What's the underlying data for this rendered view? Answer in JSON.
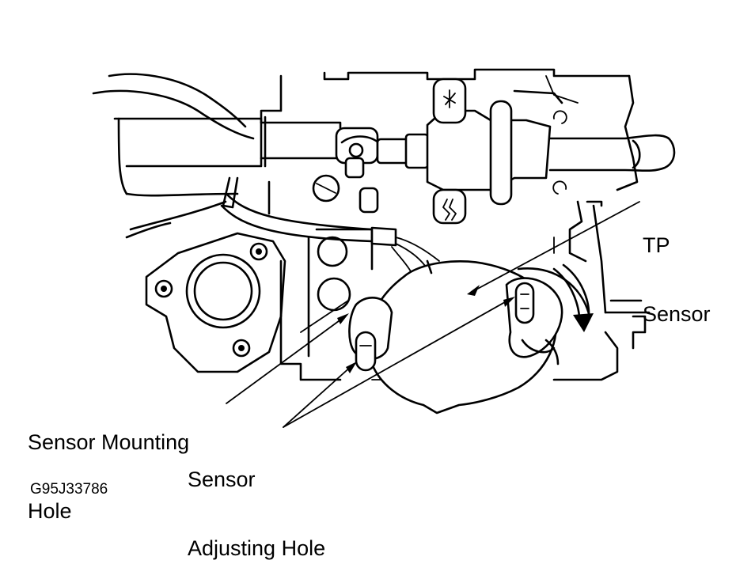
{
  "labels": {
    "tp_sensor_line1": "TP",
    "tp_sensor_line2": "Sensor",
    "mounting_hole_line1": "Sensor Mounting",
    "mounting_hole_line2": "Hole",
    "adjusting_hole_line1": "Sensor",
    "adjusting_hole_line2": "Adjusting Hole"
  },
  "figure_code": "G95J33786",
  "colors": {
    "ink": "#000000",
    "paper": "#ffffff"
  }
}
